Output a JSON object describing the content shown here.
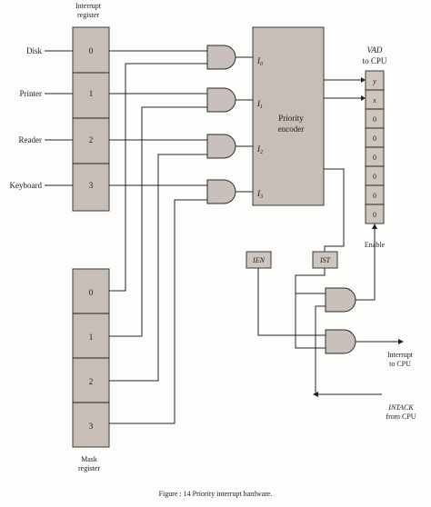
{
  "interrupt_register": {
    "title_line1": "Interrupt",
    "title_line2": "register",
    "cells": [
      "0",
      "1",
      "2",
      "3"
    ]
  },
  "devices": [
    "Disk",
    "Printer",
    "Reader",
    "Keyboard"
  ],
  "mask_register": {
    "title_line1": "Mask",
    "title_line2": "register",
    "cells": [
      "0",
      "1",
      "2",
      "3"
    ]
  },
  "encoder": {
    "label_line1": "Priority",
    "label_line2": "encoder",
    "inputs": [
      {
        "base": "I",
        "sub": "0"
      },
      {
        "base": "I",
        "sub": "1"
      },
      {
        "base": "I",
        "sub": "2"
      },
      {
        "base": "I",
        "sub": "3"
      }
    ]
  },
  "vad": {
    "title_line1": "VAD",
    "title_line2": "to CPU",
    "cells": [
      "y",
      "x",
      "0",
      "0",
      "0",
      "0",
      "0",
      "0"
    ],
    "enable_label": "Enable"
  },
  "flags": {
    "ien": "IEN",
    "ist": "IST"
  },
  "outputs": {
    "interrupt_line1": "Interrupt",
    "interrupt_line2": "to CPU",
    "intack_line1": "INTACK",
    "intack_line2": "from CPU"
  },
  "caption": "Figure :  14  Priority interrupt hardware."
}
